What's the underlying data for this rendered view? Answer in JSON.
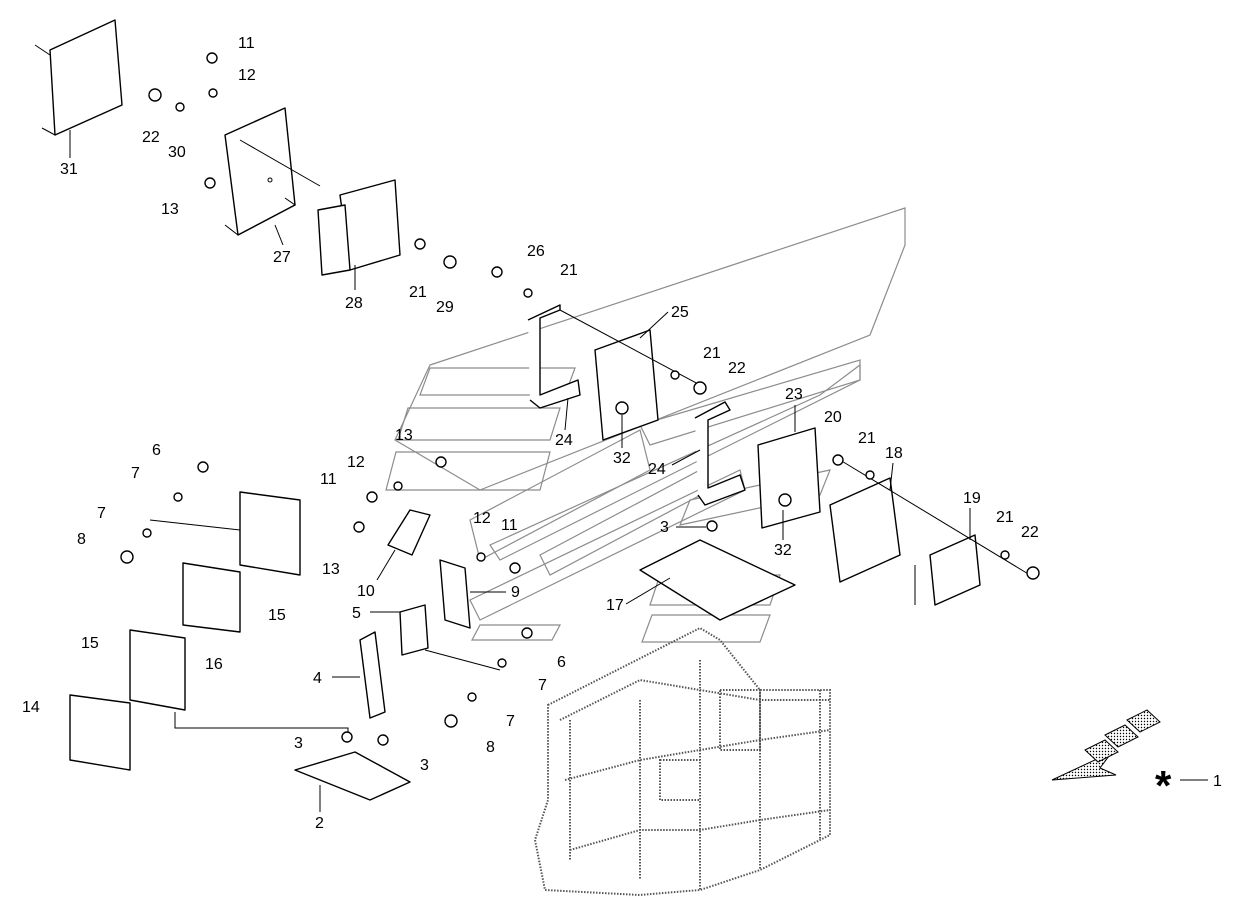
{
  "diagram": {
    "callouts": {
      "n1": "1",
      "n2": "2",
      "n3a": "3",
      "n3b": "3",
      "n3c": "3",
      "n4": "4",
      "n5": "5",
      "n6a": "6",
      "n6b": "6",
      "n7a": "7",
      "n7b": "7",
      "n7c": "7",
      "n7d": "7",
      "n8a": "8",
      "n8b": "8",
      "n9": "9",
      "n10": "10",
      "n11a": "11",
      "n11b": "11",
      "n11c": "11",
      "n12a": "12",
      "n12b": "12",
      "n12c": "12",
      "n13a": "13",
      "n13b": "13",
      "n13c": "13",
      "n14": "14",
      "n15a": "15",
      "n15b": "15",
      "n16": "16",
      "n17": "17",
      "n18": "18",
      "n19": "19",
      "n20": "20",
      "n21a": "21",
      "n21b": "21",
      "n21c": "21",
      "n21d": "21",
      "n21e": "21",
      "n22a": "22",
      "n22b": "22",
      "n22c": "22",
      "n23": "23",
      "n24a": "24",
      "n24b": "24",
      "n25": "25",
      "n26": "26",
      "n27": "27",
      "n28": "28",
      "n29": "29",
      "n30": "30",
      "n31": "31",
      "n32a": "32",
      "n32b": "32"
    },
    "symbols": {
      "asterisk": "*",
      "direction_arrow_icon": "arrow-left-down-icon"
    },
    "colors": {
      "line": "#000000",
      "ghost_outline": "#8c8c8c",
      "background": "#ffffff"
    }
  }
}
